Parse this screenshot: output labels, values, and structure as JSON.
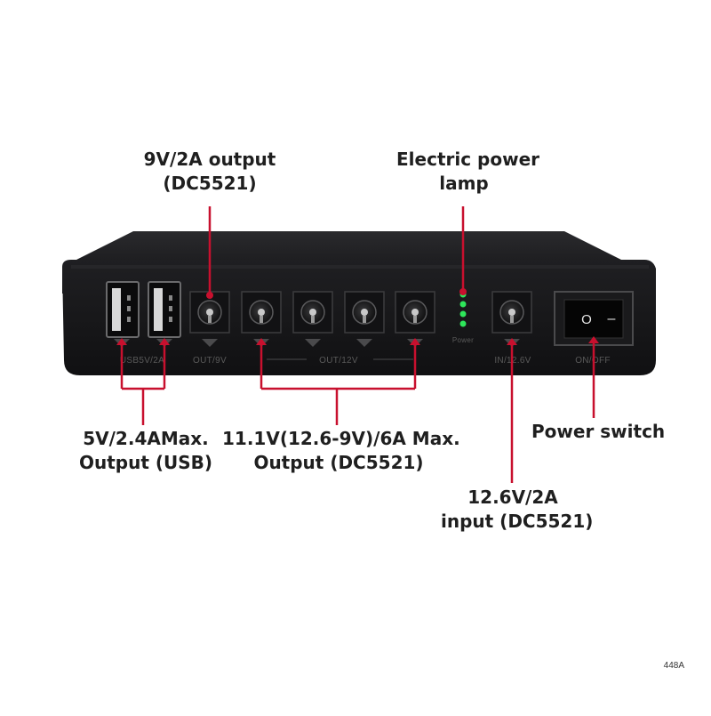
{
  "labels": {
    "out9v": [
      "9V/2A output",
      "(DC5521)"
    ],
    "lamp": [
      "Electric power",
      "lamp"
    ],
    "usb": [
      "5V/2.4AMax.",
      "Output (USB)"
    ],
    "dc12": [
      "11.1V(12.6-9V)/6A Max.",
      "Output (DC5521)"
    ],
    "switch": [
      "Power switch"
    ],
    "input": [
      "12.6V/2A",
      "input (DC5521)"
    ]
  },
  "panel_text": {
    "usb": "USB5V/2A",
    "out9": "OUT/9V",
    "out12": "OUT/12V",
    "power": "Power",
    "in": "IN/12.6V",
    "onoff": "ON/OFF"
  },
  "switch_symbols": {
    "off": "O",
    "on": "–"
  },
  "code": "448A",
  "colors": {
    "callout_line": "#c8102e",
    "led": "#2ee65a",
    "device": "#1b1b1d"
  }
}
